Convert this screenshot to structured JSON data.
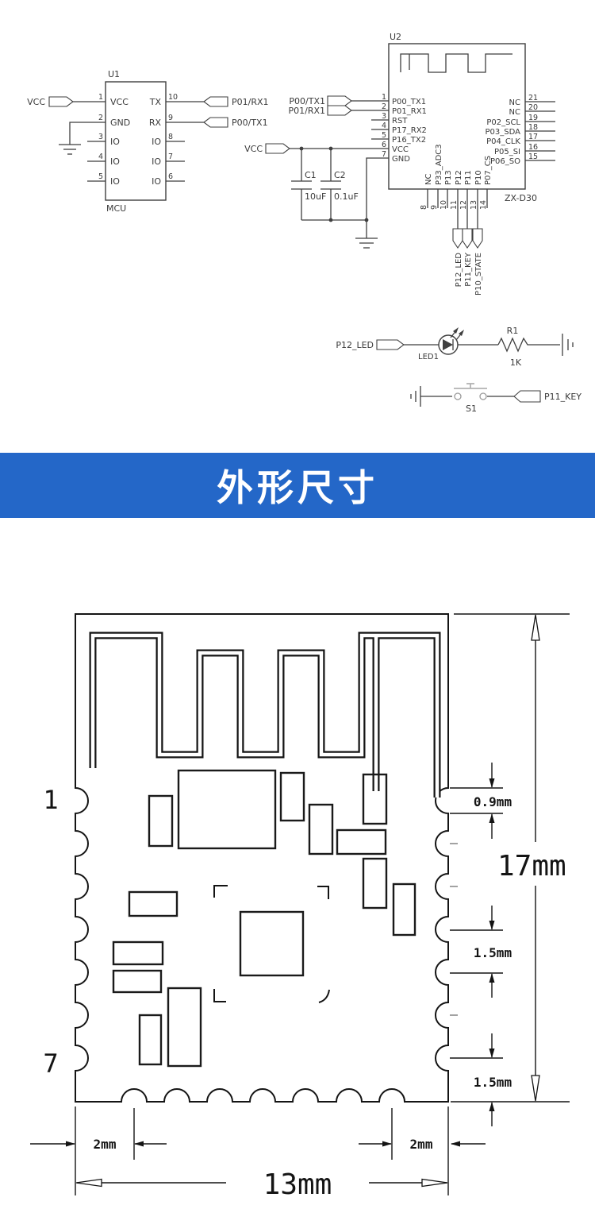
{
  "banner": {
    "title": "外形尺寸",
    "bg_color": "#2467c8",
    "text_color": "#ffffff"
  },
  "schematic": {
    "line_color": "#3f3f3f",
    "u1": {
      "ref": "U1",
      "part": "MCU",
      "pins_left": [
        {
          "num": "1",
          "name": "VCC"
        },
        {
          "num": "2",
          "name": "GND"
        },
        {
          "num": "3",
          "name": "IO"
        },
        {
          "num": "4",
          "name": "IO"
        },
        {
          "num": "5",
          "name": "IO"
        }
      ],
      "pins_right": [
        {
          "num": "10",
          "name": "TX"
        },
        {
          "num": "9",
          "name": "RX"
        },
        {
          "num": "8",
          "name": "IO"
        },
        {
          "num": "7",
          "name": "IO"
        },
        {
          "num": "6",
          "name": "IO"
        }
      ],
      "tag_vcc": "VCC",
      "tag_rx": "P01/RX1",
      "tag_tx": "P00/TX1"
    },
    "u2": {
      "ref": "U2",
      "part": "ZX-D30",
      "pins_left": [
        {
          "num": "1",
          "name": "P00_TX1"
        },
        {
          "num": "2",
          "name": "P01_RX1"
        },
        {
          "num": "3",
          "name": "RST"
        },
        {
          "num": "4",
          "name": "P17_RX2"
        },
        {
          "num": "5",
          "name": "P16_TX2"
        },
        {
          "num": "6",
          "name": "VCC"
        },
        {
          "num": "7",
          "name": "GND"
        }
      ],
      "pins_right": [
        {
          "num": "21",
          "name": "NC"
        },
        {
          "num": "20",
          "name": "NC"
        },
        {
          "num": "19",
          "name": "P02_SCL"
        },
        {
          "num": "18",
          "name": "P03_SDA"
        },
        {
          "num": "17",
          "name": "P04_CLK"
        },
        {
          "num": "16",
          "name": "P05_SI"
        },
        {
          "num": "15",
          "name": "P06_SO"
        }
      ],
      "pins_bottom": [
        {
          "num": "8",
          "name": "NC"
        },
        {
          "num": "9",
          "name": "P33_ADC3"
        },
        {
          "num": "10",
          "name": "P13"
        },
        {
          "num": "11",
          "name": "P12"
        },
        {
          "num": "12",
          "name": "P11"
        },
        {
          "num": "13",
          "name": "P10"
        },
        {
          "num": "14",
          "name": "P07_CS"
        }
      ],
      "tag_in_tx": "P00/TX1",
      "tag_in_rx": "P01/RX1",
      "tag_vcc": "VCC",
      "tag_down": [
        "P12_LED",
        "P11_KEY",
        "P10_STATE"
      ]
    },
    "c1": {
      "ref": "C1",
      "value": "10uF"
    },
    "c2": {
      "ref": "C2",
      "value": "0.1uF"
    },
    "led": {
      "net": "P12_LED",
      "ref": "LED1"
    },
    "r1": {
      "ref": "R1",
      "value": "1K"
    },
    "s1": {
      "ref": "S1",
      "net": "P11_KEY"
    }
  },
  "drawing": {
    "line_color": "#141414",
    "pin_first": "1",
    "pin_last": "7",
    "dims": {
      "pad": "0.9mm",
      "height": "17mm",
      "pitch_mid": "1.5mm",
      "pitch_bottom": "1.5mm",
      "margin_left": "2mm",
      "margin_right": "2mm",
      "width": "13mm"
    }
  }
}
